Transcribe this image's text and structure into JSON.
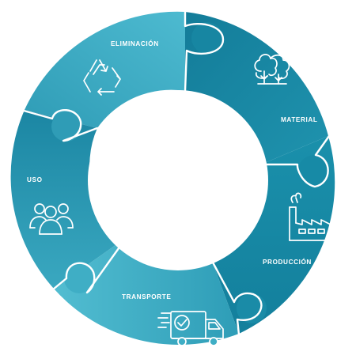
{
  "diagram": {
    "segments": [
      {
        "id": "eliminacion",
        "label": "ELIMINACIÓN",
        "icon": "recycle-icon",
        "color": "#3aa7bf"
      },
      {
        "id": "material",
        "label": "MATERIAL",
        "icon": "trees-icon",
        "color": "#1987a3"
      },
      {
        "id": "produccion",
        "label": "PRODUCCIÓN",
        "icon": "factory-icon",
        "color": "#168aa6"
      },
      {
        "id": "transporte",
        "label": "TRANSPORTE",
        "icon": "delivery-truck-icon",
        "color": "#3fb0c6"
      },
      {
        "id": "uso",
        "label": "USO",
        "icon": "people-group-icon",
        "color": "#278fab"
      }
    ],
    "colors": {
      "ring_dark": "#137e9b",
      "ring_light": "#56c0d3",
      "center": "#ffffff"
    }
  }
}
